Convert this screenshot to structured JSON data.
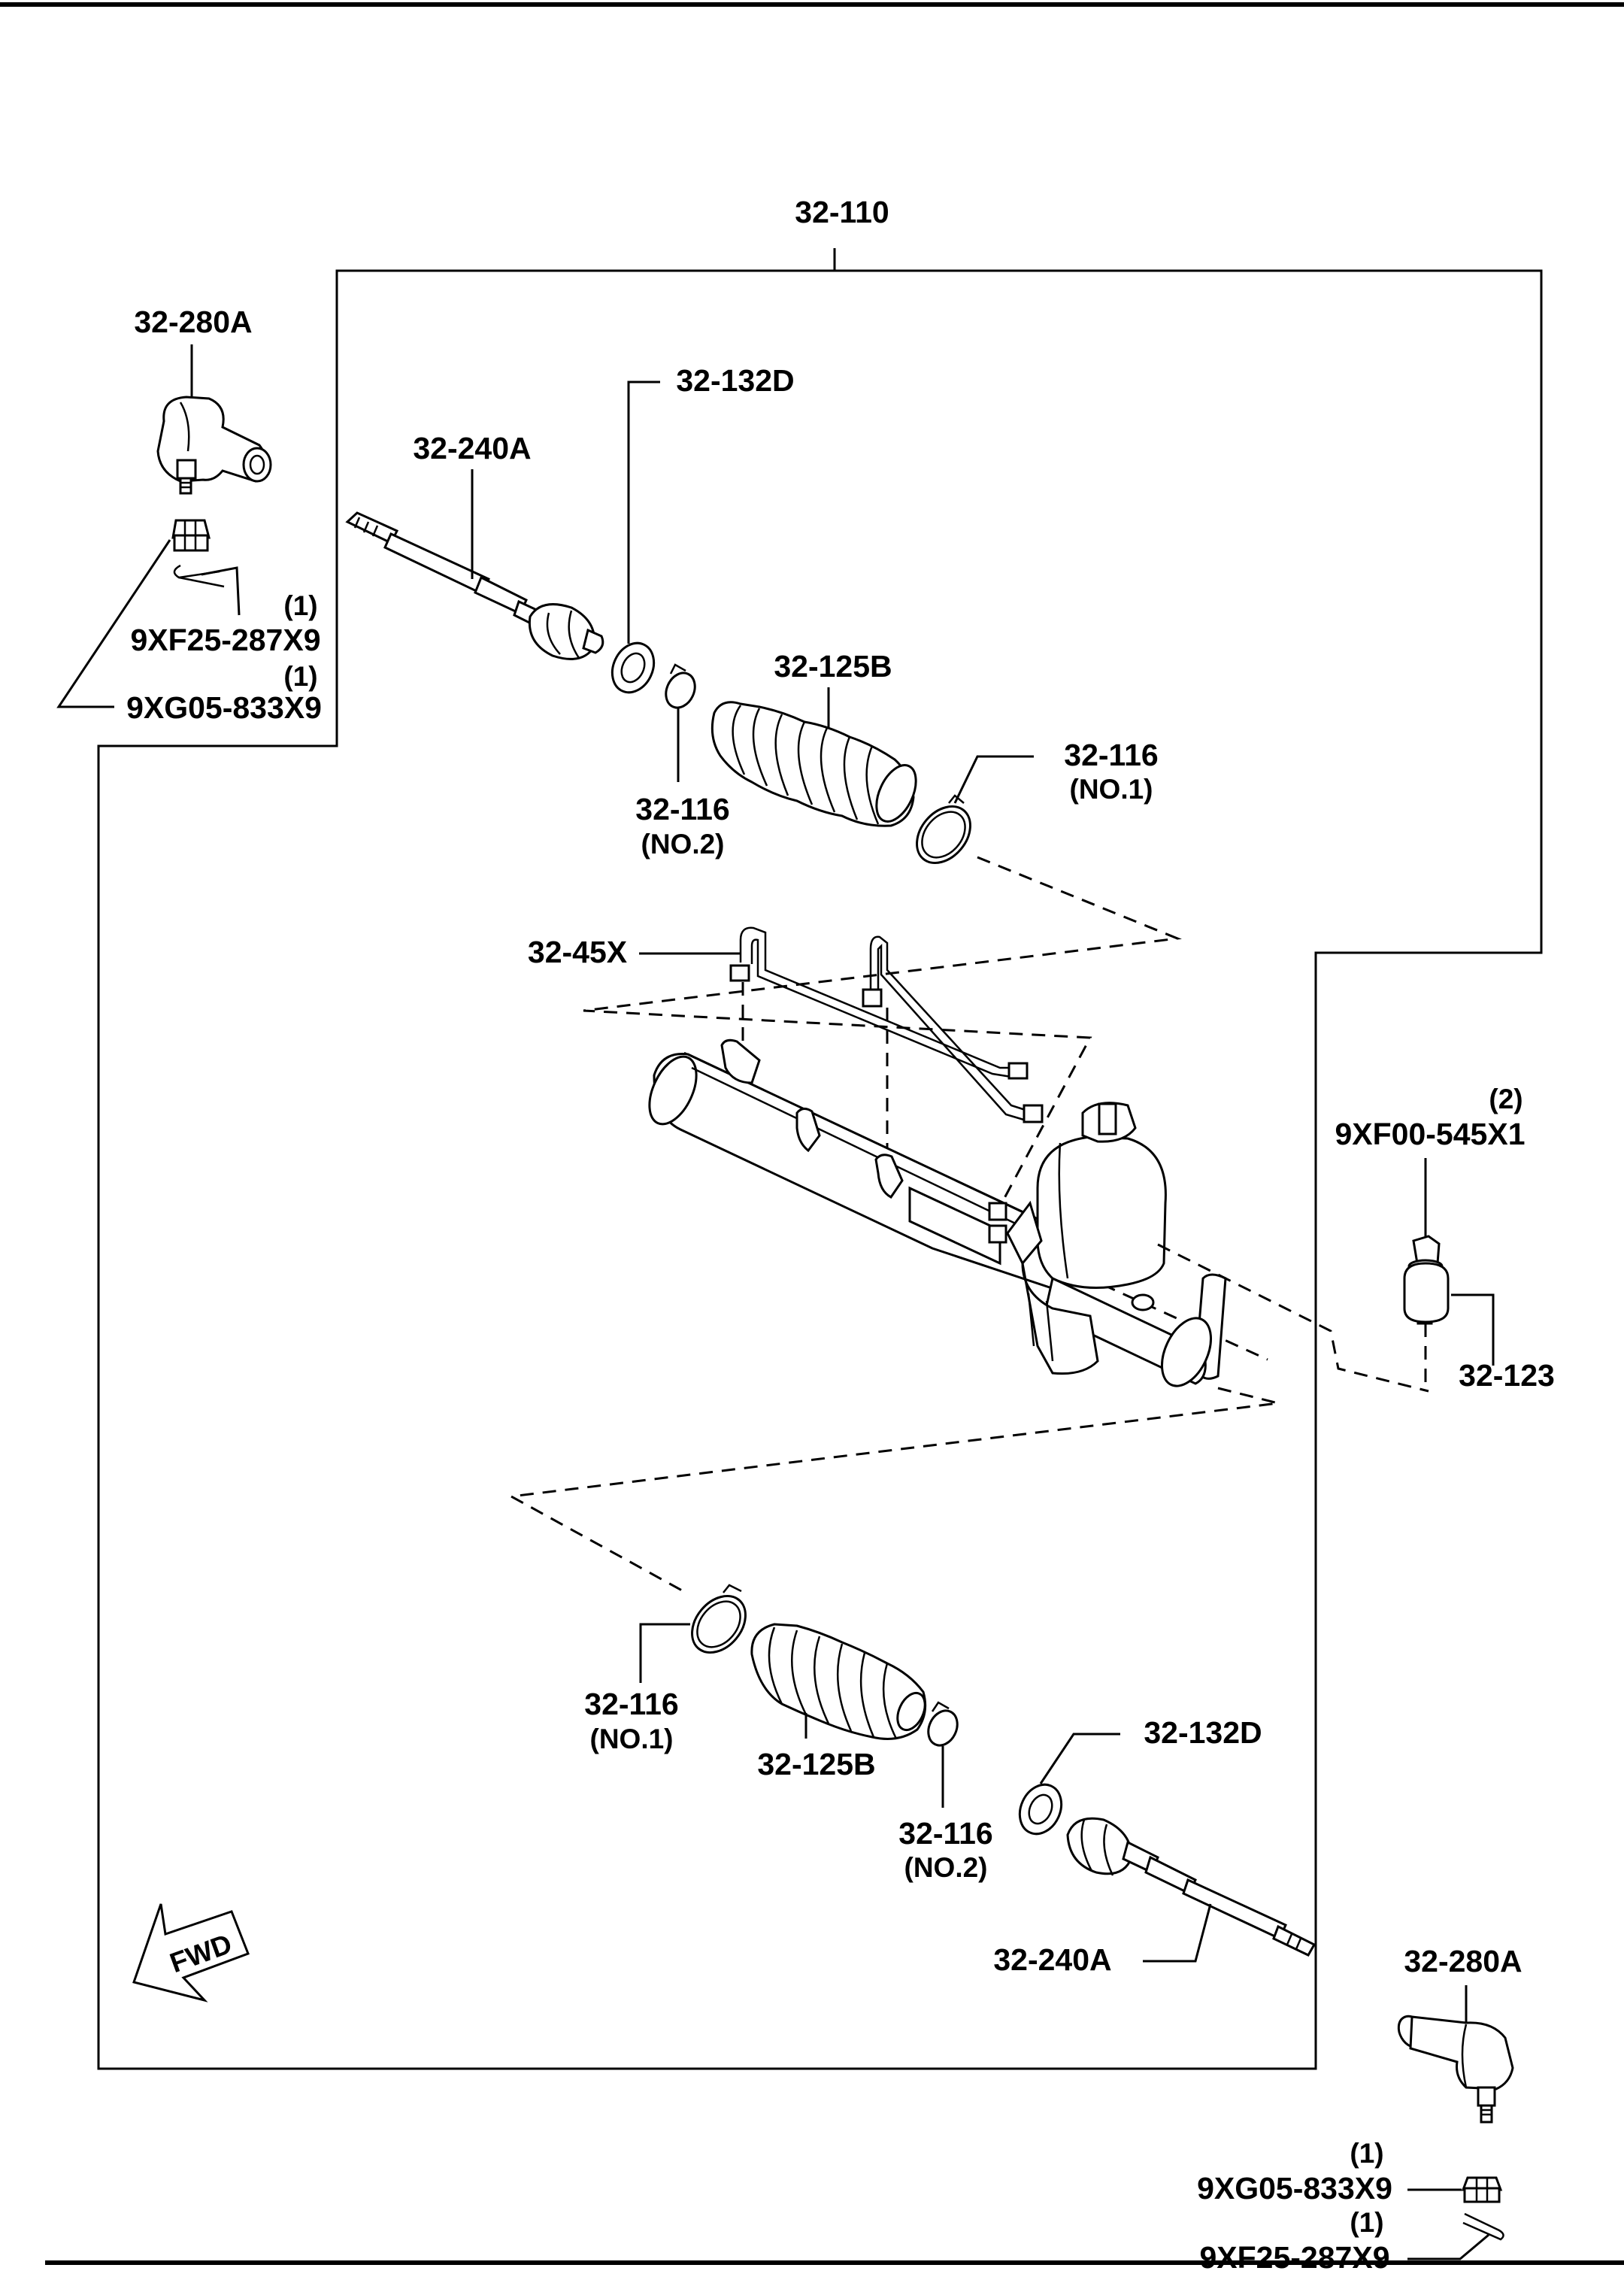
{
  "labels": {
    "assembly": "32-110",
    "tie_rod_end_upper": "32-280A",
    "tie_rod_end_lower": "32-280A",
    "tie_rod_upper": "32-240A",
    "tie_rod_lower": "32-240A",
    "washer_upper": "32-132D",
    "washer_lower": "32-132D",
    "boot_upper": "32-125B",
    "boot_lower": "32-125B",
    "clamp_upper_no1": "32-116",
    "clamp_upper_no1_note": "(NO.1)",
    "clamp_upper_no2": "32-116",
    "clamp_upper_no2_note": "(NO.2)",
    "clamp_lower_no1": "32-116",
    "clamp_lower_no1_note": "(NO.1)",
    "clamp_lower_no2": "32-116",
    "clamp_lower_no2_note": "(NO.2)",
    "pipe_set": "32-45X",
    "mount_bushing": "32-123",
    "bolt": "9XF00-545X1",
    "bolt_qty": "(2)",
    "cotter_pin_upper": "9XF25-287X9",
    "cotter_pin_upper_qty": "(1)",
    "nut_upper": "9XG05-833X9",
    "nut_upper_qty": "(1)",
    "nut_lower": "9XG05-833X9",
    "nut_lower_qty": "(1)",
    "cotter_pin_lower": "9XF25-287X9",
    "cotter_pin_lower_qty": "(1)",
    "fwd_arrow": "FWD"
  },
  "icons": [
    "fwd-arrow-icon"
  ]
}
